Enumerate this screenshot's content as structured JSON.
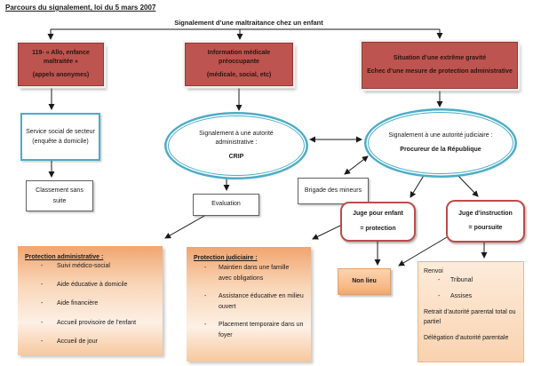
{
  "title": "Parcours du signalement, loi du 5 mars 2007",
  "header": "Signalement d’une maltraitance chez un enfant",
  "bullet_char": "-",
  "colors": {
    "red_fill": "#BE544F",
    "red_border": "#8E3B38",
    "teal": "#4BACC6",
    "grey_border": "#616161",
    "orange_fill": "#F7BA88",
    "orange_border": "#E2A06B",
    "arrow": "#1a1a1a"
  },
  "nodes": {
    "allo": {
      "line1": "119- « Allo, enfance maltraitée »",
      "line2": "(appels anonymes)"
    },
    "info": {
      "line1": "Information médicale préoccupante",
      "line2": "(médicale, social, etc)"
    },
    "gravite": {
      "line1": "Situation d’une extrême gravité",
      "line2": "Echec d’une mesure de protection administrative"
    },
    "service_social": {
      "text": "Service social de secteur (enquête à domicile)"
    },
    "classement": {
      "text": "Classement sans suite"
    },
    "crip": {
      "line1": "Signalement à une autorité administrative :",
      "line2": "CRIP"
    },
    "procureur": {
      "line1": "Signalement à une autorité judiciaire :",
      "line2": "Procureur de la République"
    },
    "brigade": {
      "text": "Brigade des mineurs"
    },
    "evaluation": {
      "text": "Evaluation"
    },
    "juge_enfant": {
      "line1": "Juge pour enfant",
      "line2": "= protection"
    },
    "juge_instruction": {
      "line1": "Juge d’instruction",
      "line2": "= poursuite"
    },
    "non_lieu": {
      "text": "Non lieu"
    },
    "protection_admin": {
      "title": "Protection administrative :",
      "items": [
        "Suivi médico-social",
        "Aide éducative à domicile",
        "Aide financière",
        "Accueil provisoire de l’enfant",
        "Accueil de jour"
      ]
    },
    "protection_jud": {
      "title": "Protection judiciaire :",
      "items": [
        "Maintien dans une famille avec obligations",
        "Assistance éducative en milieu ouvert",
        "Placement temporaire dans un foyer"
      ]
    },
    "renvoi": {
      "title": "Renvoi",
      "items": [
        "Tribunal",
        "Assises"
      ],
      "line1": "Retrait d’autorité parental total ou partiel",
      "line2": "Délégation d’autorité parentale"
    }
  }
}
